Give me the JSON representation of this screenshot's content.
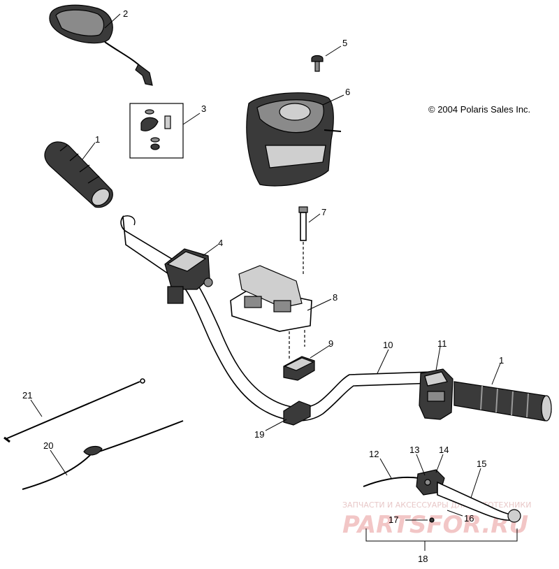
{
  "copyright": "© 2004 Polaris Sales Inc.",
  "watermark": {
    "small": "ЗАПЧАСТИ И АКСЕССУАРЫ ДЛЯ МОТОТЕХНИКИ",
    "big": "PARTSFOR.RU",
    "color": "#f2c6c6"
  },
  "callouts": {
    "c1a": "1",
    "c1b": "1",
    "c2": "2",
    "c3": "3",
    "c4": "4",
    "c5": "5",
    "c6": "6",
    "c7": "7",
    "c8": "8",
    "c9": "9",
    "c10": "10",
    "c11": "11",
    "c12": "12",
    "c13": "13",
    "c14": "14",
    "c15": "15",
    "c16": "16",
    "c17": "17",
    "c18": "18",
    "c19": "19",
    "c20": "20",
    "c21": "21"
  }
}
